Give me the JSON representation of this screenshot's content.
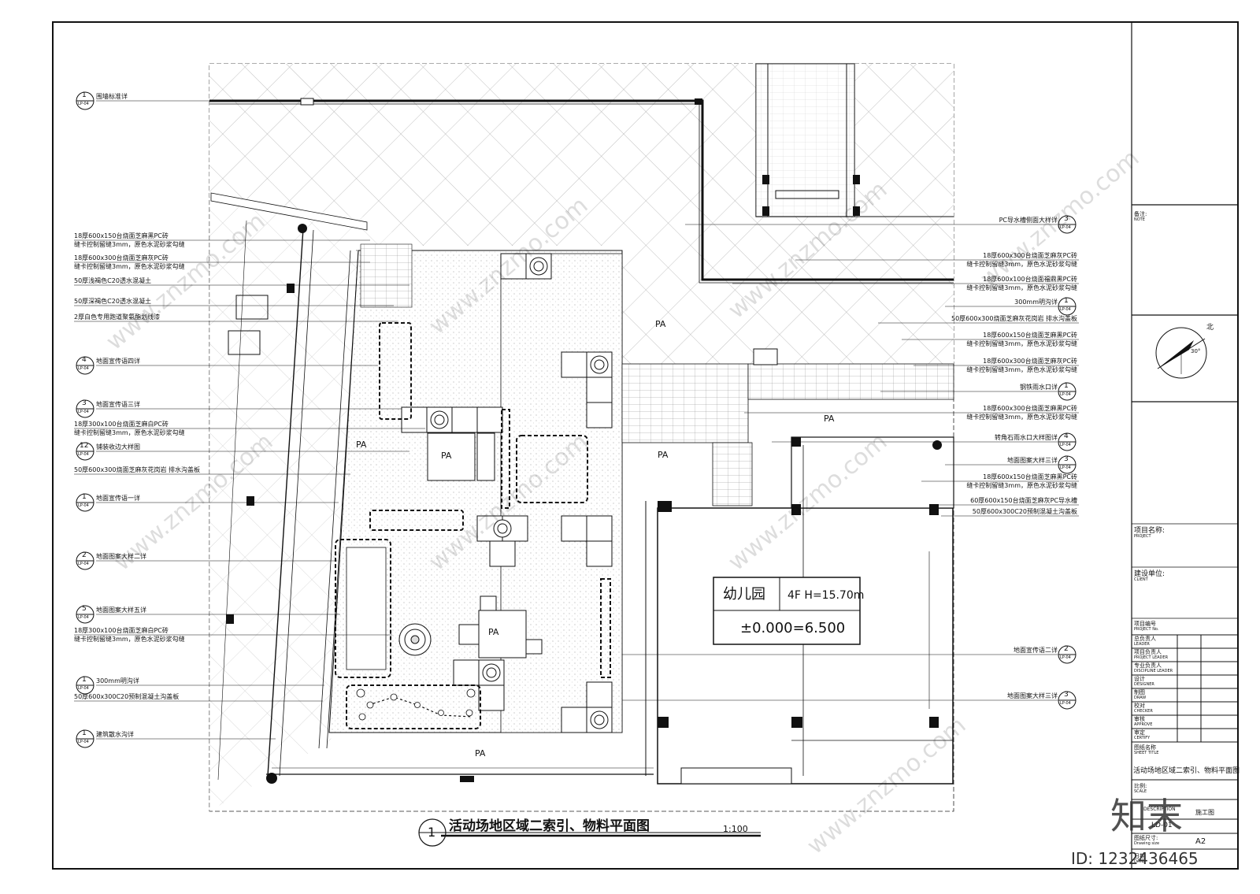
{
  "drawing": {
    "title": "活动场地区域二索引、物料平面图",
    "scale": "1:100",
    "number": "1",
    "building_name": "幼儿园",
    "floor_height": "4F  H=15.70m",
    "elevation": "±0.000=6.500"
  },
  "pa_labels": [
    "PA",
    "PA",
    "PA",
    "PA",
    "PA",
    "PA",
    "PA"
  ],
  "left_callouts": [
    {
      "num": "1",
      "sheet": "LP-04",
      "text": [
        "围墙标准详"
      ]
    },
    {
      "num": "",
      "sheet": "",
      "text": [
        "18厚600x150台烧面芝麻黑PC砖",
        "缝卡控制留缝3mm，原色水泥砂浆勾缝"
      ]
    },
    {
      "num": "",
      "sheet": "",
      "text": [
        "18厚600x300台烧面芝麻灰PC砖",
        "缝卡控制留缝3mm，原色水泥砂浆勾缝"
      ]
    },
    {
      "num": "",
      "sheet": "",
      "text": [
        "50厚浅褐色C20透水混凝土"
      ]
    },
    {
      "num": "",
      "sheet": "",
      "text": [
        "50厚深褐色C20透水混凝土"
      ]
    },
    {
      "num": "",
      "sheet": "",
      "text": [
        "2厚白色专用跑道聚氨酯划线漆"
      ]
    },
    {
      "num": "4",
      "sheet": "LP-04",
      "text": [
        "地面宣传语四详"
      ]
    },
    {
      "num": "3",
      "sheet": "LP-04",
      "text": [
        "地面宣传语三详"
      ]
    },
    {
      "num": "",
      "sheet": "",
      "text": [
        "18厚300x100台烧面芝麻白PC砖",
        "缝卡控制留缝3mm，原色水泥砂浆勾缝"
      ]
    },
    {
      "num": "12",
      "sheet": "LP-04",
      "text": [
        "铺装收边大样图"
      ]
    },
    {
      "num": "",
      "sheet": "",
      "text": [
        "50厚600x300烧面芝麻灰花岗岩  排水沟盖板"
      ]
    },
    {
      "num": "1",
      "sheet": "LP-04",
      "text": [
        "地面宣传语一详"
      ]
    },
    {
      "num": "2",
      "sheet": "LP-04",
      "text": [
        "地面图案大样二详"
      ]
    },
    {
      "num": "5",
      "sheet": "LP-04",
      "text": [
        "地面图案大样五详"
      ]
    },
    {
      "num": "",
      "sheet": "",
      "text": [
        "18厚300x100台烧面芝麻白PC砖",
        "缝卡控制留缝3mm，原色水泥砂浆勾缝"
      ]
    },
    {
      "num": "1",
      "sheet": "LP-04",
      "text": [
        "300mm明沟详"
      ]
    },
    {
      "num": "",
      "sheet": "",
      "text": [
        "50厚600x300C20预制混凝土沟盖板"
      ]
    },
    {
      "num": "1",
      "sheet": "LP-04",
      "text": [
        "建筑散水沟详"
      ]
    }
  ],
  "right_callouts": [
    {
      "num": "3",
      "sheet": "LP-04",
      "text": [
        "PC导水槽侧面大样详"
      ]
    },
    {
      "num": "",
      "sheet": "",
      "text": [
        "18厚600x300台烧面芝麻灰PC砖",
        "缝卡控制留缝3mm，原色水泥砂浆勾缝"
      ]
    },
    {
      "num": "",
      "sheet": "",
      "text": [
        "18厚600x100台烧面福鼎黑PC砖",
        "缝卡控制留缝3mm，原色水泥砂浆勾缝"
      ]
    },
    {
      "num": "1",
      "sheet": "LP-04",
      "text": [
        "300mm明沟详"
      ]
    },
    {
      "num": "",
      "sheet": "",
      "text": [
        "50厚600x300烧面芝麻灰花岗岩  排水沟盖板"
      ]
    },
    {
      "num": "",
      "sheet": "",
      "text": [
        "18厚600x150台烧面芝麻黑PC砖",
        "缝卡控制留缝3mm，原色水泥砂浆勾缝"
      ]
    },
    {
      "num": "",
      "sheet": "",
      "text": [
        "18厚600x300台烧面芝麻灰PC砖",
        "缝卡控制留缝3mm，原色水泥砂浆勾缝"
      ]
    },
    {
      "num": "1",
      "sheet": "LP-04",
      "text": [
        "钢铁雨水口详"
      ]
    },
    {
      "num": "",
      "sheet": "",
      "text": [
        "18厚600x300台烧面芝麻黑PC砖",
        "缝卡控制留缝3mm，原色水泥砂浆勾缝"
      ]
    },
    {
      "num": "4",
      "sheet": "LP-04",
      "text": [
        "转角石雨水口大样图详"
      ]
    },
    {
      "num": "3",
      "sheet": "LP-04",
      "text": [
        "地面图案大样三详"
      ]
    },
    {
      "num": "",
      "sheet": "",
      "text": [
        "18厚600x150台烧面芝麻黑PC砖",
        "缝卡控制留缝3mm，原色水泥砂浆勾缝"
      ]
    },
    {
      "num": "",
      "sheet": "",
      "text": [
        "60厚600x150台烧面芝麻灰PC导水槽"
      ]
    },
    {
      "num": "",
      "sheet": "",
      "text": [
        "50厚600x300C20预制混凝土沟盖板"
      ]
    },
    {
      "num": "2",
      "sheet": "LP-04",
      "text": [
        "地面宣传语二详"
      ]
    },
    {
      "num": "3",
      "sheet": "LP-04",
      "text": [
        "地面图案大样三详"
      ]
    }
  ],
  "title_block": {
    "note_cn": "备注:",
    "note_en": "NOTE",
    "north": "北",
    "angle": "30°",
    "project_cn": "项目名称:",
    "project_en": "PROJECT",
    "client_cn": "建设单位:",
    "client_en": "CLIENT",
    "rows": [
      {
        "cn": "项目编号",
        "en": "PROJECT No."
      },
      {
        "cn": "总负责人",
        "en": "LEADER"
      },
      {
        "cn": "项目负责人",
        "en": "PROJECT LEADER"
      },
      {
        "cn": "专业负责人",
        "en": "DISCIPLINE LEADER"
      },
      {
        "cn": "设计",
        "en": "DESIGNER"
      },
      {
        "cn": "制图",
        "en": "DRAW"
      },
      {
        "cn": "校对",
        "en": "CHECKER"
      },
      {
        "cn": "审核",
        "en": "APPROVE"
      },
      {
        "cn": "审定",
        "en": "CERTIFY"
      }
    ],
    "sheet_title_cn": "图纸名称",
    "sheet_title_en": "SHEET TITLE",
    "sheet_title_value": "活动场地区域二索引、物料平面图",
    "scale_cn": "比例:",
    "scale_en": "SCALE",
    "desc_en": "DESCRIPTION",
    "stage_value": "施工图",
    "no_value": "LD-01",
    "size_cn": "图纸尺寸:",
    "size_en": "Drawing size",
    "size_value": "A2",
    "date_cn": "日期",
    "date_en": "DATE"
  },
  "watermarks": [
    "www.znzmo.com",
    "www.znzmo.com",
    "www.znzmo.com",
    "www.znzmo.com",
    "www.znzmo.com",
    "www.znzmo.com",
    "www.znzmo.com",
    "www.znzmo.com"
  ],
  "brand": {
    "logo": "知末",
    "id_text": "ID: 1232436465"
  },
  "colors": {
    "line": "#111111",
    "hatch": "#9a9a9a",
    "light": "#c8c8c8"
  }
}
